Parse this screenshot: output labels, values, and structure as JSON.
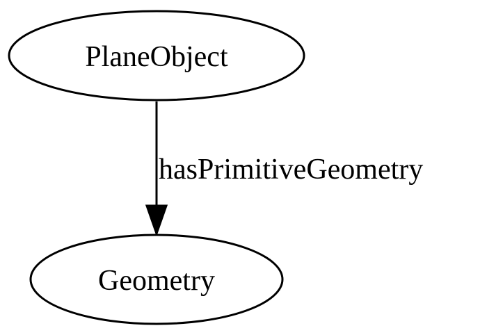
{
  "diagram": {
    "type": "directed-graph",
    "colors": {
      "background": "#ffffff",
      "stroke": "#000000",
      "text": "#000000"
    },
    "nodes": [
      {
        "id": "plane_object",
        "label": "PlaneObject",
        "shape": "ellipse"
      },
      {
        "id": "geometry",
        "label": "Geometry",
        "shape": "ellipse"
      }
    ],
    "edges": [
      {
        "from": "plane_object",
        "to": "geometry",
        "label": "hasPrimitiveGeometry"
      }
    ]
  }
}
